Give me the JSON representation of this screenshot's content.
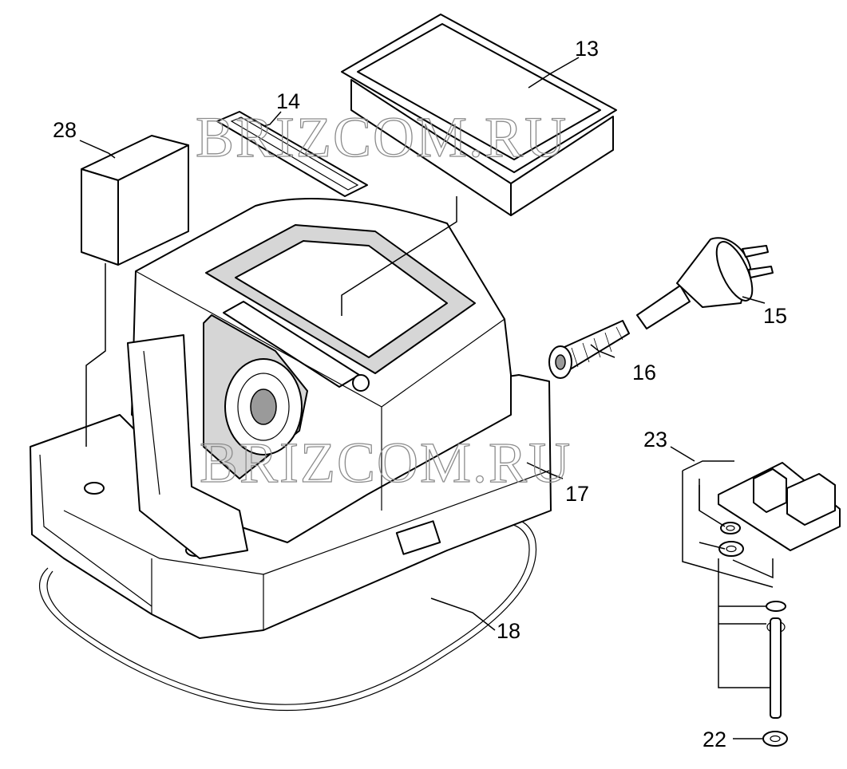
{
  "watermark": "BRIZCOM.RU",
  "callouts": {
    "c13": "13",
    "c14": "14",
    "c28": "28",
    "c15": "15",
    "c16": "16",
    "c17": "17",
    "c18": "18",
    "c23": "23",
    "c22": "22"
  }
}
